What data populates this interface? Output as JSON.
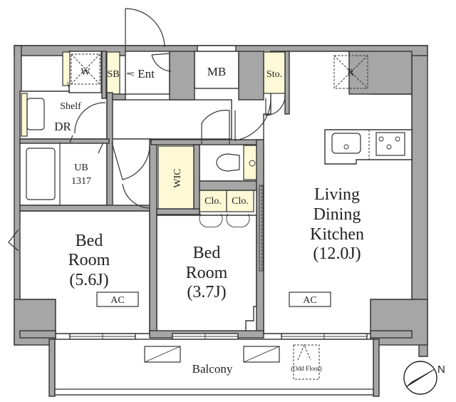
{
  "plan": {
    "rooms": {
      "bed_room_1": {
        "line1": "Bed",
        "line2": "Room",
        "area": "(5.6J)"
      },
      "bed_room_2": {
        "line1": "Bed",
        "line2": "Room",
        "area": "(3.7J)"
      },
      "ldk": {
        "line1": "Living",
        "line2": "Dining",
        "line3": "Kitchen",
        "area": "(12.0J)"
      },
      "balcony": "Balcony",
      "odd_floor": "(Odd Floor)"
    },
    "labels": {
      "washer": "W",
      "shoe_box": "SB",
      "entrance": "Ent",
      "meter_box": "MB",
      "storage": "Sto.",
      "refrigerator": "R",
      "shelf": "Shelf",
      "dressing_room": "DR",
      "unit_bath": "UB",
      "unit_bath_size": "1317",
      "walk_in_closet": "WIC",
      "closet_1": "Clo.",
      "closet_2": "Clo.",
      "ac_1": "AC",
      "ac_2": "AC"
    },
    "compass": {
      "north": "N"
    }
  }
}
